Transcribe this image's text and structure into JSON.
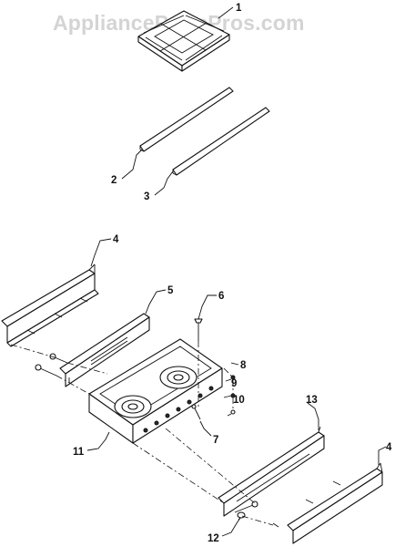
{
  "watermark": "AppliancePartsPros.com",
  "callouts": {
    "c1": "1",
    "c2": "2",
    "c3": "3",
    "c4a": "4",
    "c5": "5",
    "c6": "6",
    "c7": "7",
    "c8": "8",
    "c9": "9",
    "c10": "10",
    "c11": "11",
    "c12": "12",
    "c13": "13",
    "c4b": "4"
  }
}
